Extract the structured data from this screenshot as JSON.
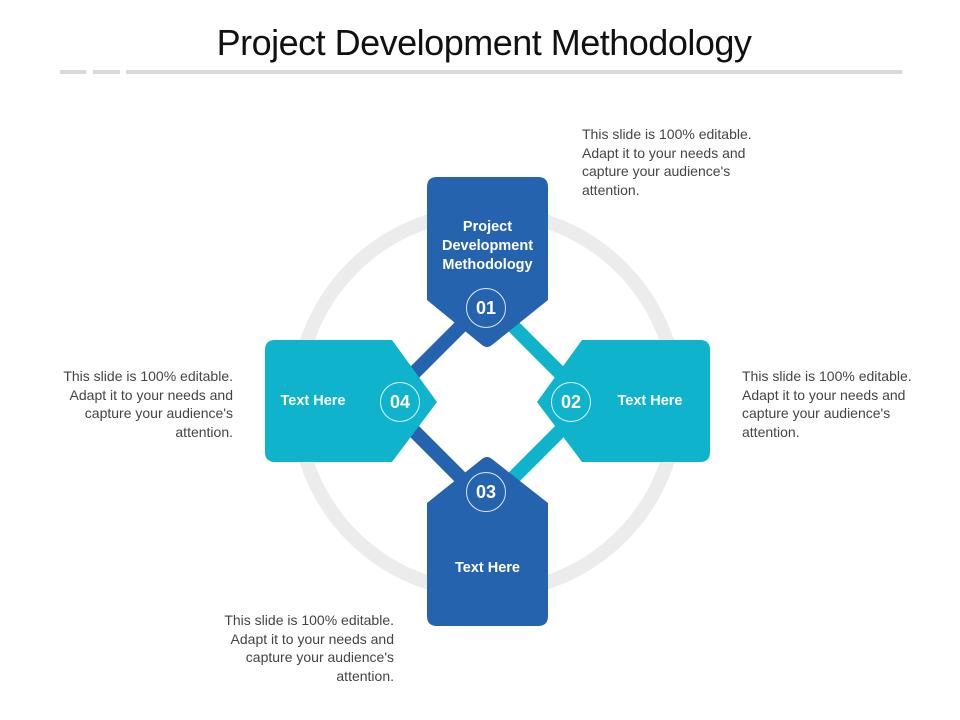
{
  "slide": {
    "title": "Project Development Methodology"
  },
  "colors": {
    "dark_blue": "#2563ae",
    "teal": "#0fb3cc",
    "ring": "#ececec",
    "rule": "#d9d9d9",
    "desc_text": "#444444"
  },
  "steps": [
    {
      "number": "01",
      "label": "Project Development Methodology",
      "color": "#2563ae",
      "description": "This slide is 100% editable. Adapt it to your needs and capture your audience's attention."
    },
    {
      "number": "02",
      "label": "Text Here",
      "color": "#0fb3cc",
      "description": "This slide is 100% editable. Adapt it to your needs and capture your audience's attention."
    },
    {
      "number": "03",
      "label": "Text Here",
      "color": "#2563ae",
      "description": "This slide is 100% editable. Adapt it to your needs and capture your audience's attention."
    },
    {
      "number": "04",
      "label": "Text Here",
      "color": "#0fb3cc",
      "description": "This slide is 100% editable. Adapt it to your needs and capture your audience's attention."
    }
  ]
}
